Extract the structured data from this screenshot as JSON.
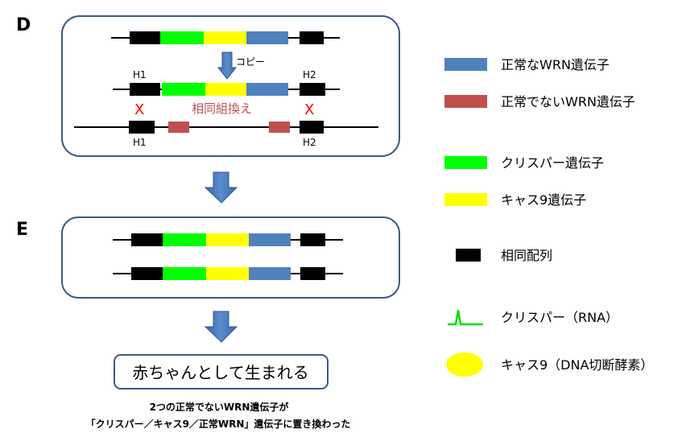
{
  "panels": {
    "d_label": "D",
    "e_label": "E",
    "copy_label": "コピー",
    "h1_label": "H1",
    "h2_label": "H2",
    "cross_mark": "X",
    "recombination_label": "相同組換え"
  },
  "result": {
    "birth_label": "赤ちゃんとして生まれる",
    "caption_line1": "2つの正常でないWRN遺伝子が",
    "caption_line2": "「クリスパー／キャス9／正常WRN」遺伝子に置き換わった"
  },
  "legend": [
    {
      "label": "正常なWRN遺伝子",
      "color": "#4f81bd"
    },
    {
      "label": "正常でないWRN遺伝子",
      "color": "#c0504d"
    },
    {
      "label": "クリスパー遺伝子",
      "color": "#00ff00"
    },
    {
      "label": "キャス9遺伝子",
      "color": "#ffff00"
    },
    {
      "label": "相同配列",
      "color": "#000000"
    },
    {
      "label": "クリスパー（RNA）",
      "color": "#00dd00"
    },
    {
      "label": "キャス9（DNA切断酵素）",
      "color": "#ffff00"
    }
  ],
  "colors": {
    "panel_border": "#3c5a7e",
    "arrow": "#4a76b0",
    "cross": "#ff0000",
    "recombination_text": "#c0504d"
  }
}
